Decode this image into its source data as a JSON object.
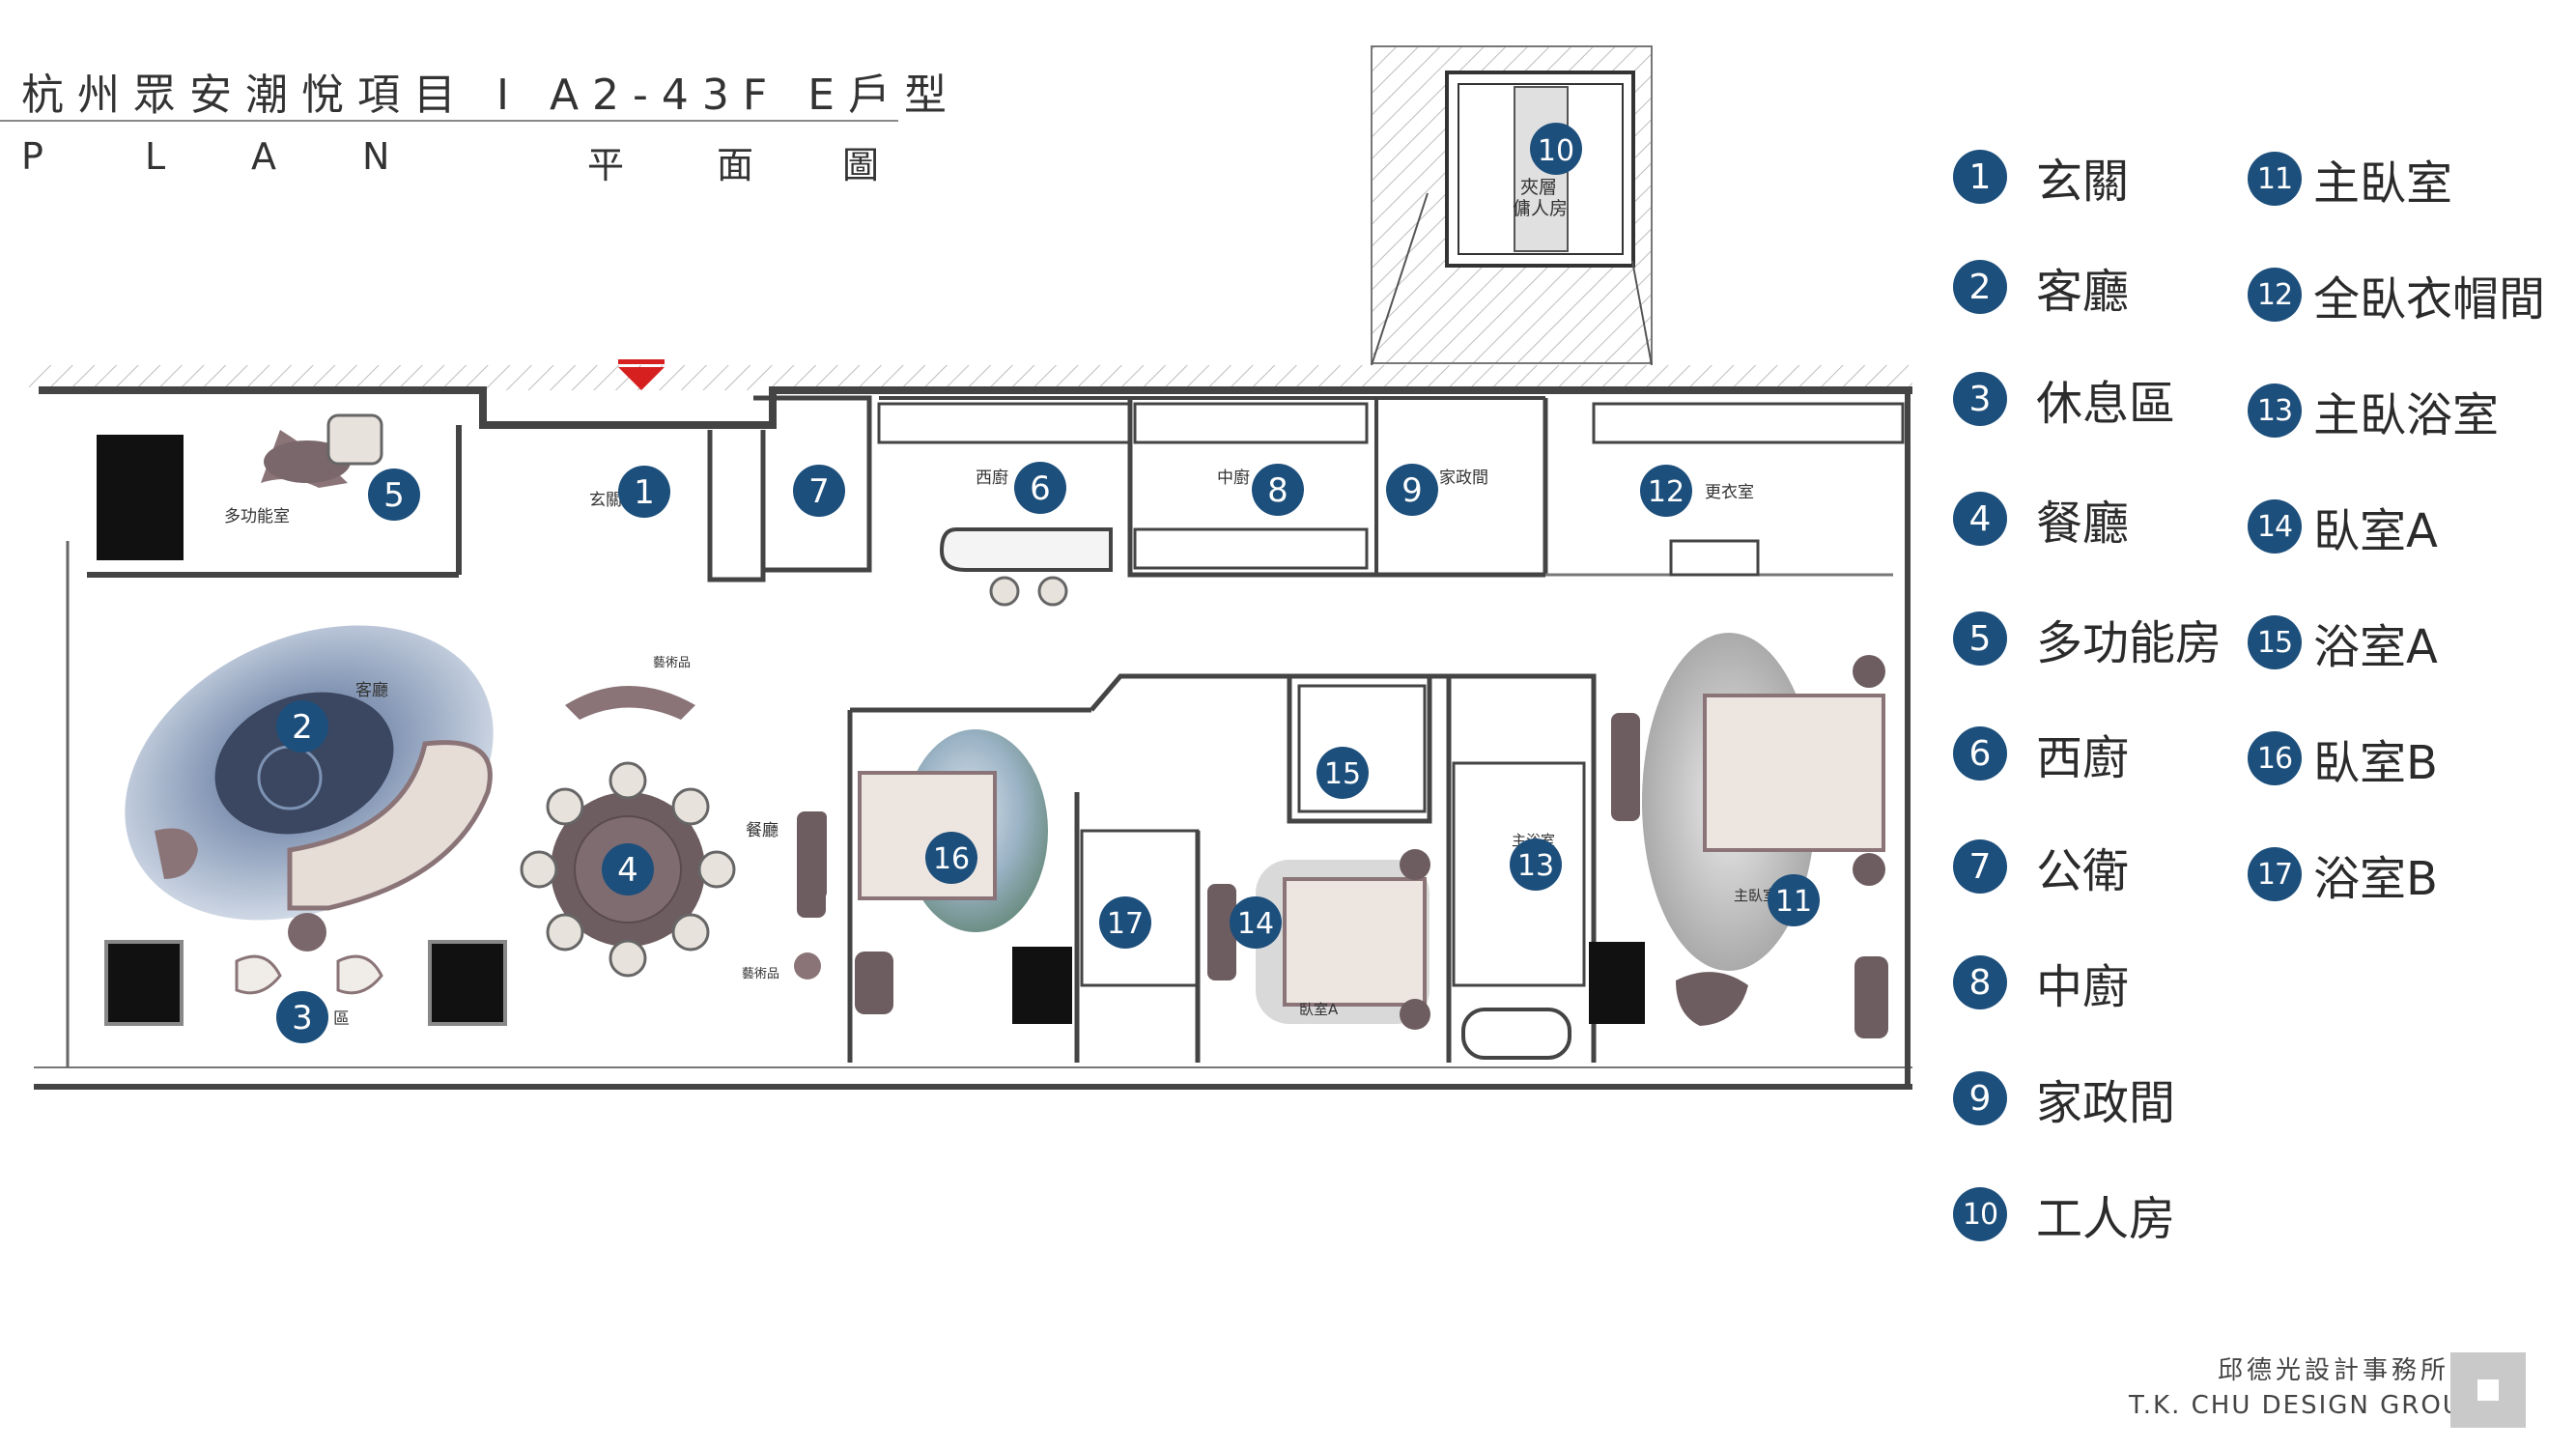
{
  "header": {
    "title": "杭州眾安潮悅項目 I A2-43F E戶型",
    "plan_letters": [
      "P",
      "L",
      "A",
      "N"
    ],
    "plan_cn": [
      "平",
      "面",
      "圖"
    ]
  },
  "plan_labels": {
    "multi": "多功能室",
    "foyer": "玄關",
    "living": "客廳",
    "lounge": "區",
    "dining": "餐廳",
    "decor1": "藝術品",
    "decor2": "藝術品",
    "western_kitchen": "西廚",
    "chinese_kitchen": "中廚",
    "housekeeping": "家政間",
    "dressing": "更衣室",
    "bedroom_a": "臥室A",
    "master_bath": "主浴室",
    "master_bedroom": "主臥室",
    "maid_room_line1": "夾層",
    "maid_room_line2": "傭人房"
  },
  "markers": [
    {
      "num": "1"
    },
    {
      "num": "2"
    },
    {
      "num": "3"
    },
    {
      "num": "4"
    },
    {
      "num": "5"
    },
    {
      "num": "6"
    },
    {
      "num": "7"
    },
    {
      "num": "8"
    },
    {
      "num": "9"
    },
    {
      "num": "10"
    },
    {
      "num": "11"
    },
    {
      "num": "12"
    },
    {
      "num": "13"
    },
    {
      "num": "14"
    },
    {
      "num": "15"
    },
    {
      "num": "16"
    },
    {
      "num": "17"
    }
  ],
  "legend": [
    {
      "num": "1",
      "label": "玄關"
    },
    {
      "num": "2",
      "label": "客廳"
    },
    {
      "num": "3",
      "label": "休息區"
    },
    {
      "num": "4",
      "label": "餐廳"
    },
    {
      "num": "5",
      "label": "多功能房"
    },
    {
      "num": "6",
      "label": "西廚"
    },
    {
      "num": "7",
      "label": "公衛"
    },
    {
      "num": "8",
      "label": "中廚"
    },
    {
      "num": "9",
      "label": "家政間"
    },
    {
      "num": "10",
      "label": "工人房"
    },
    {
      "num": "11",
      "label": "主臥室"
    },
    {
      "num": "12",
      "label": "全臥衣帽間"
    },
    {
      "num": "13",
      "label": "主臥浴室"
    },
    {
      "num": "14",
      "label": "臥室A"
    },
    {
      "num": "15",
      "label": "浴室A"
    },
    {
      "num": "16",
      "label": "臥室B"
    },
    {
      "num": "17",
      "label": "浴室B"
    }
  ],
  "logo": {
    "chinese": "邱德光設計事務所",
    "english": "T.K. CHU DESIGN GROUP"
  },
  "colors": {
    "badge": "#1d4f7c",
    "wall": "#444444",
    "rug_blue": "#7d93b4",
    "furniture": "#8a7478",
    "entry_arrow": "#d62020"
  }
}
